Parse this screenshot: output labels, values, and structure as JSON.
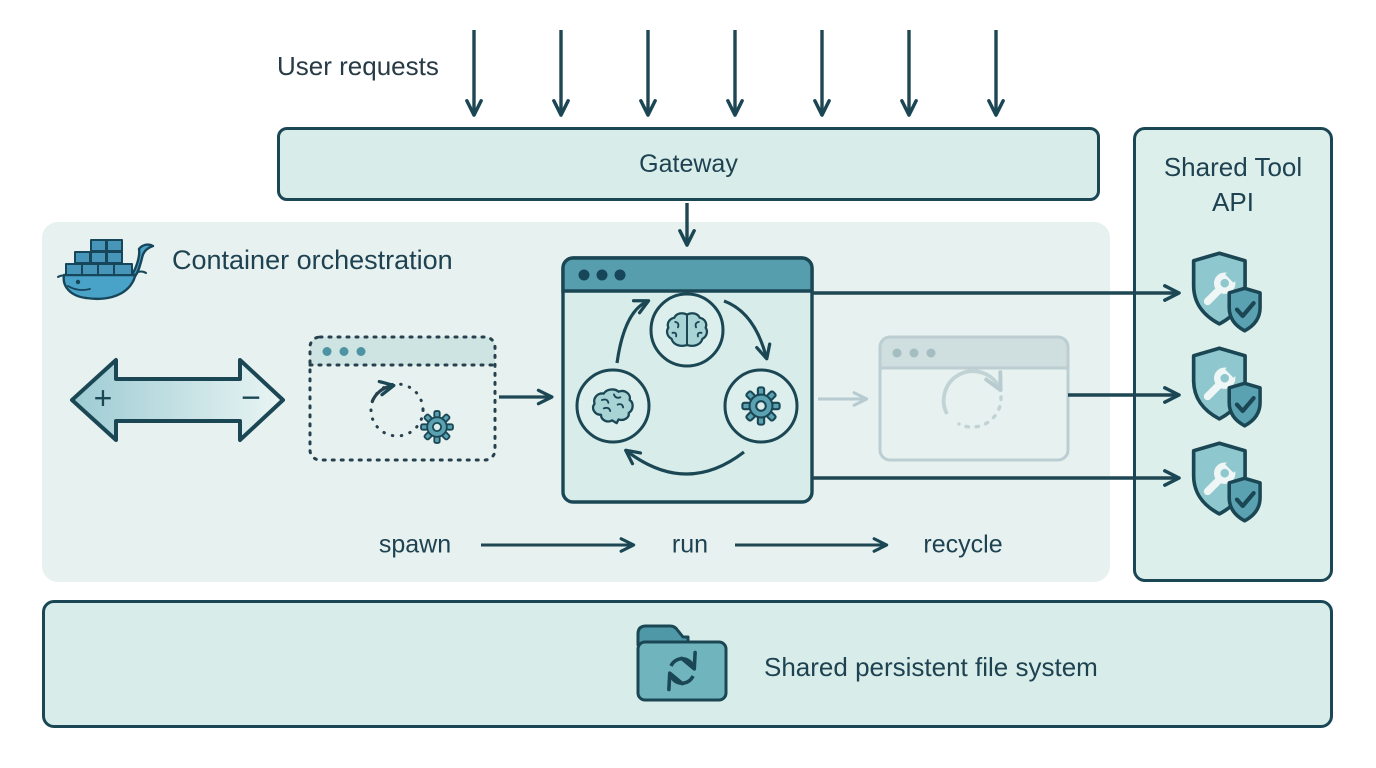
{
  "colors": {
    "ink": "#1b4755",
    "panel_mint": "#d8ece9",
    "panel_pale": "#e6f1f0",
    "titlebar_teal": "#569dae",
    "shield_light": "#8ec7cd",
    "shield_mid": "#5aa2b2",
    "faded_gray": "#c2d3d5",
    "docker_blue": "#49a2c8"
  },
  "top": {
    "label": "User requests",
    "request_arrow_count": 7
  },
  "gateway": {
    "label": "Gateway"
  },
  "orchestration": {
    "title": "Container orchestration",
    "scale_plus": "+",
    "scale_minus": "−",
    "lifecycle": {
      "spawn": "spawn",
      "run": "run",
      "recycle": "recycle"
    },
    "icons": [
      "docker-whale-icon",
      "scale-double-arrow-icon",
      "spawn-window-icon",
      "run-window-icon",
      "recycle-window-icon",
      "brain-top-icon",
      "brain-side-icon",
      "gear-icon"
    ]
  },
  "shared_tool_api": {
    "title": "Shared Tool API",
    "shield_count": 3,
    "icon": "shield-wrench-check-icon"
  },
  "file_system": {
    "label": "Shared persistent file system",
    "icon": "folder-sync-icon"
  }
}
